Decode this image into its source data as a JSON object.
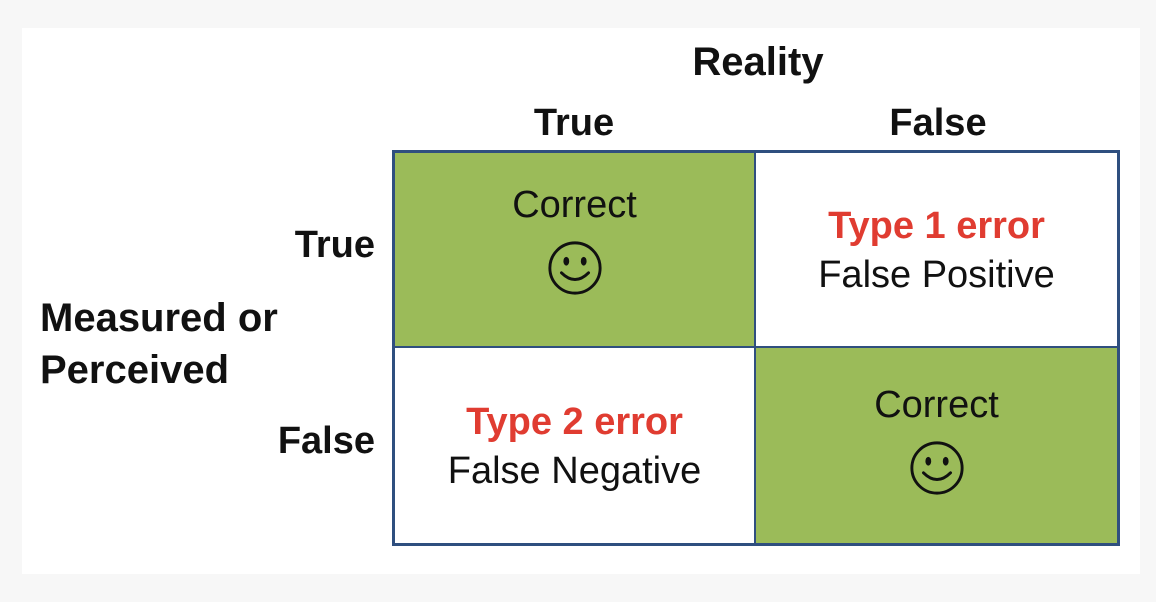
{
  "reality_label": "Reality",
  "columns": [
    "True",
    "False"
  ],
  "rows": [
    "True",
    "False"
  ],
  "side_label": [
    "Measured or",
    "Perceived"
  ],
  "cells": {
    "true_true": {
      "text": "Correct",
      "icon": "smiley-face-icon"
    },
    "true_false": {
      "title": "Type 1 error",
      "text": "False Positive"
    },
    "false_true": {
      "title": "Type 2 error",
      "text": "False Negative"
    },
    "false_false": {
      "text": "Correct",
      "icon": "smiley-face-icon"
    }
  },
  "colors": {
    "correct_fill": "#9bbb59",
    "error_text": "#e03c31",
    "grid_border": "#2f4f7f"
  }
}
